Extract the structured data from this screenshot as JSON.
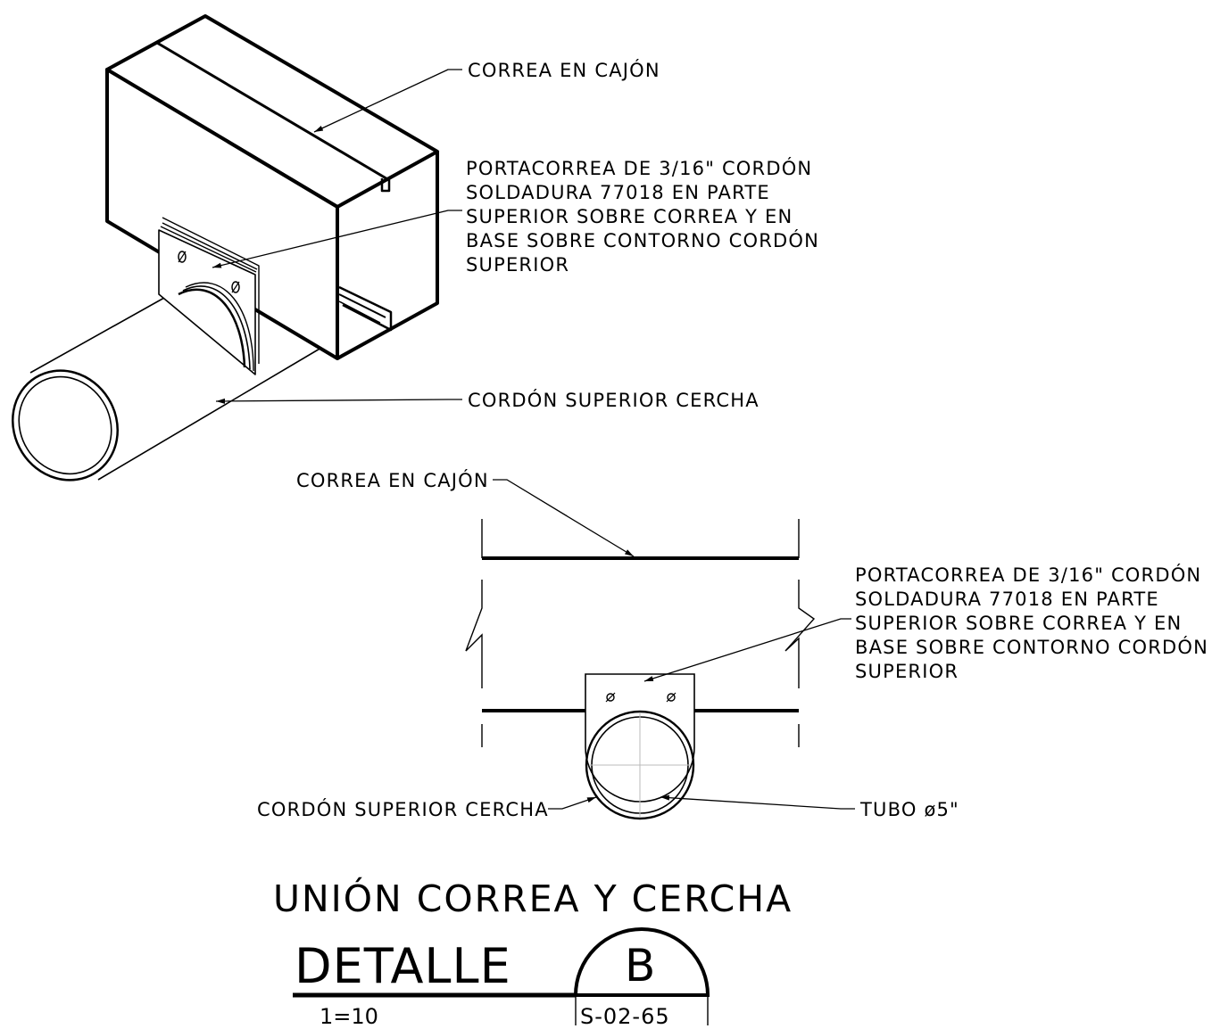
{
  "iso_view": {
    "label_box_beam": "CORREA EN CAJÓN",
    "label_bracket": [
      "PORTACORREA DE 3/16\" CORDÓN",
      "SOLDADURA 77018 EN PARTE",
      "SUPERIOR SOBRE CORREA Y EN",
      "BASE SOBRE CONTORNO CORDÓN",
      "SUPERIOR"
    ],
    "label_chord": "CORDÓN SUPERIOR CERCHA"
  },
  "elevation_view": {
    "label_box_beam": "CORREA EN CAJÓN",
    "label_bracket": [
      "PORTACORREA DE 3/16\" CORDÓN",
      "SOLDADURA 77018 EN PARTE",
      "SUPERIOR SOBRE CORREA Y EN",
      "BASE SOBRE CONTORNO CORDÓN",
      "SUPERIOR"
    ],
    "label_chord": "CORDÓN SUPERIOR CERCHA",
    "label_tube": "TUBO ø5\""
  },
  "title_block": {
    "title": "UNIÓN CORREA Y CERCHA",
    "detail_word": "DETALLE",
    "detail_id": "B",
    "scale": "1=10",
    "sheet_ref": "S-02-65"
  }
}
